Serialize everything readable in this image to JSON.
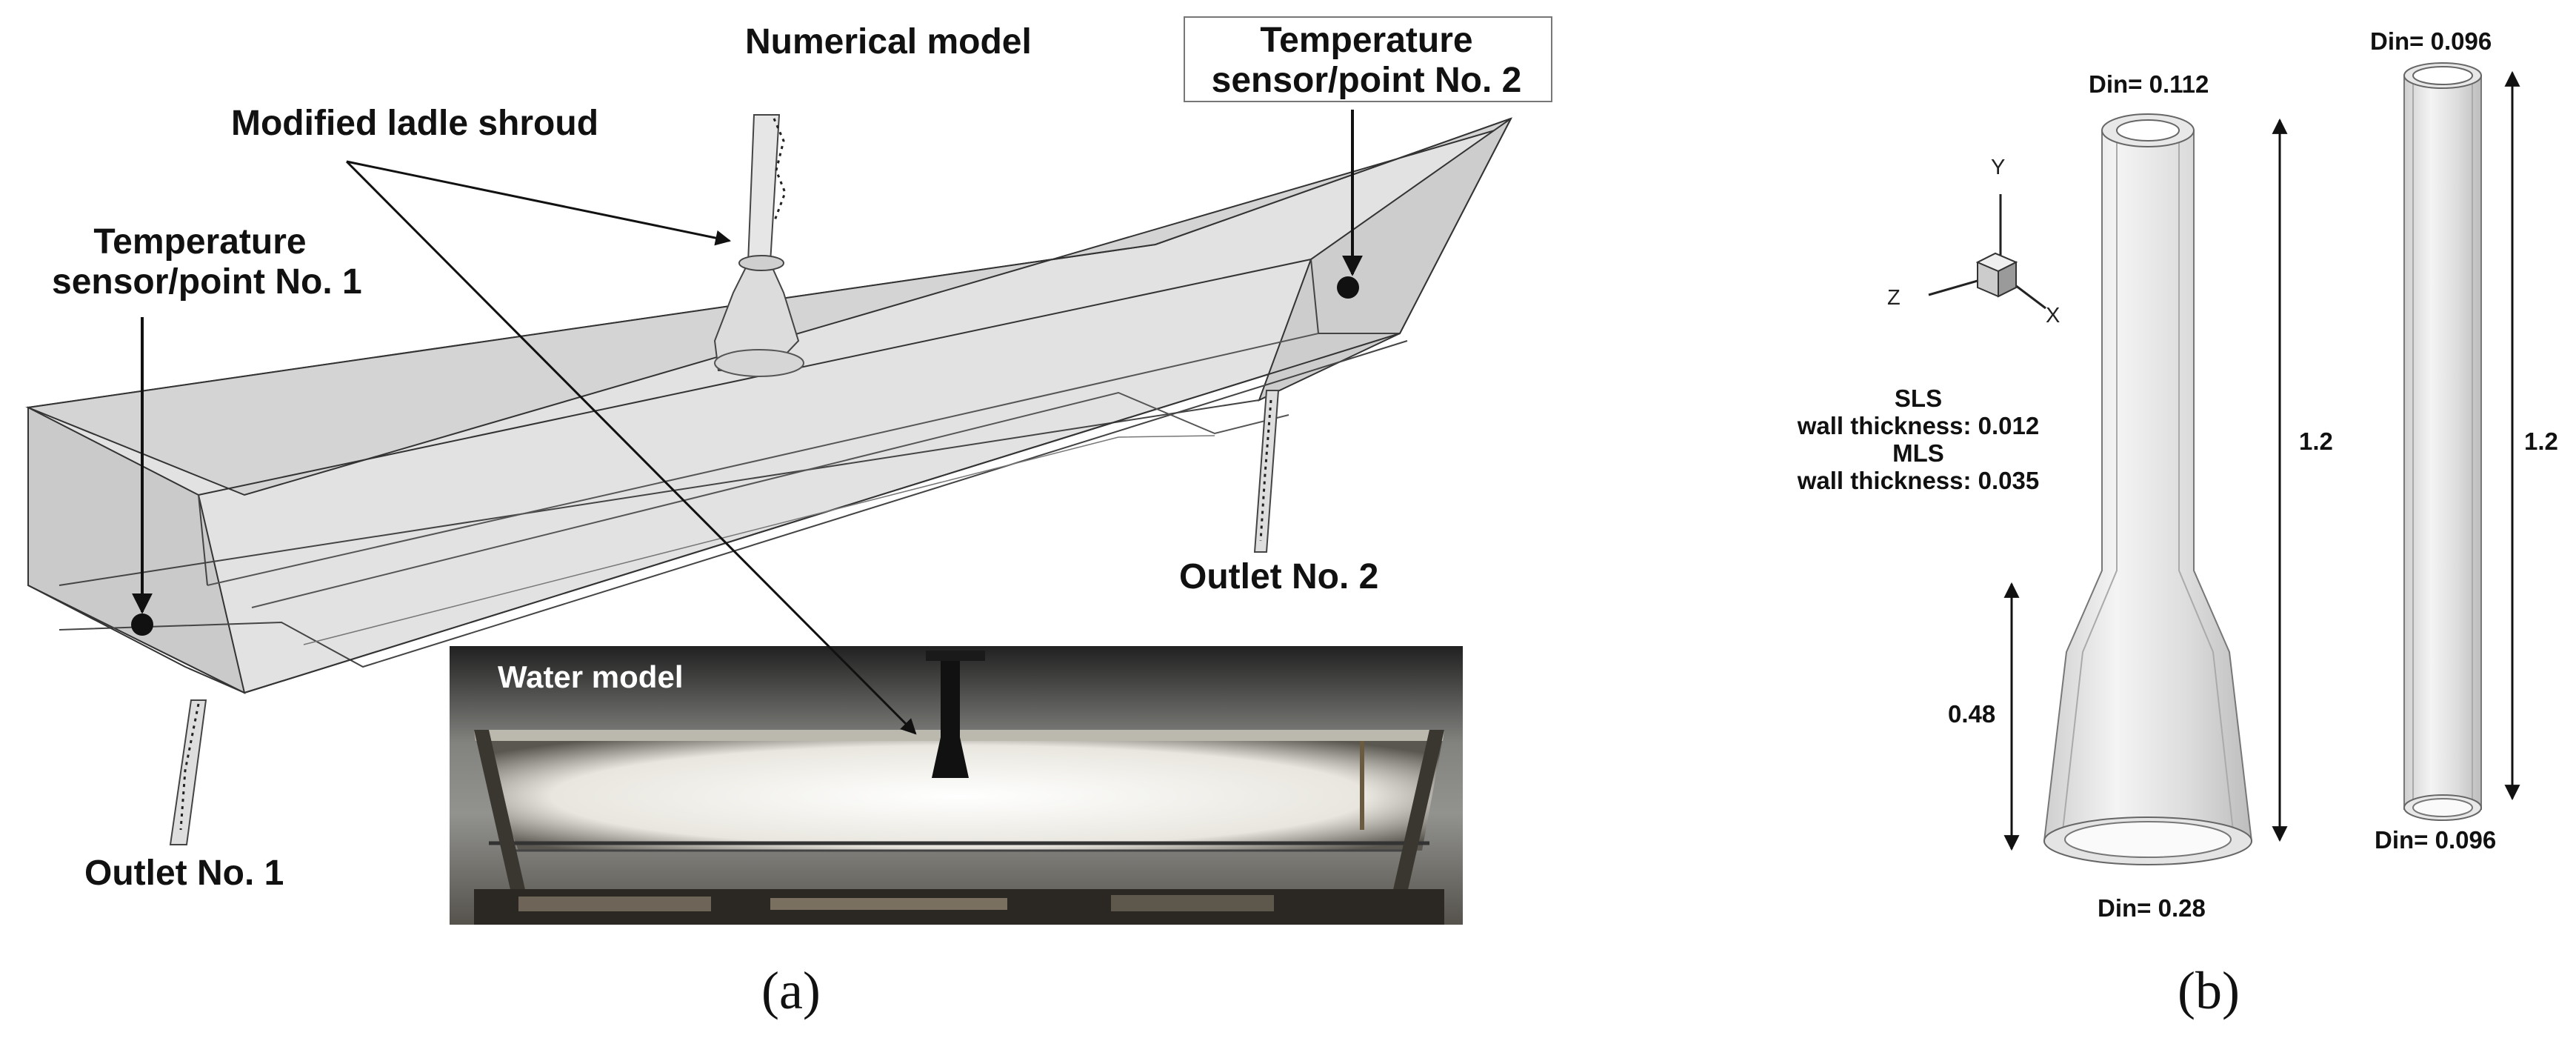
{
  "panel_a": {
    "labels": {
      "numerical_model": "Numerical model",
      "modified_ladle_shroud": "Modified ladle shroud",
      "temp_sensor_1": [
        "Temperature",
        "sensor/point No. 1"
      ],
      "temp_sensor_2": [
        "Temperature",
        "sensor/point No. 2"
      ],
      "outlet_1": "Outlet No. 1",
      "outlet_2": "Outlet No. 2",
      "water_model": "Water model"
    },
    "caption": "(a)"
  },
  "panel_b": {
    "axes": {
      "y": "Y",
      "z": "Z",
      "x": "X"
    },
    "sls_label": "SLS",
    "sls_wall": "wall thickness: 0.012",
    "mls_label": "MLS",
    "mls_wall": "wall thickness: 0.035",
    "mls_top_din": "Din= 0.112",
    "mls_bottom_din": "Din= 0.28",
    "mls_height": "1.2",
    "mls_bell_height": "0.48",
    "sls_top_din": "Din= 0.096",
    "sls_bottom_din": "Din= 0.096",
    "sls_height": "1.2",
    "caption": "(b)"
  }
}
